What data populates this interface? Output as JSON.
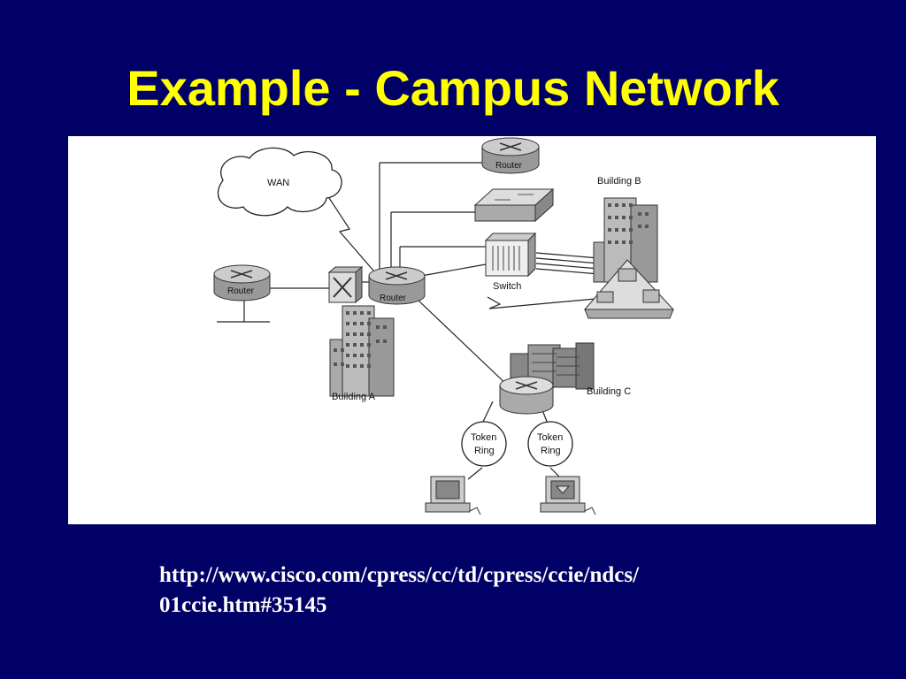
{
  "slide": {
    "title": "Example - Campus Network",
    "background_color": "#000066",
    "title_color": "#ffff00"
  },
  "diagram": {
    "labels": {
      "wan": "WAN",
      "router_top": "Router",
      "router_left": "Router",
      "router_center": "Router",
      "switch": "Switch",
      "building_a": "Building A",
      "building_b": "Building B",
      "building_c": "Building C",
      "token_ring_1_line1": "Token",
      "token_ring_1_line2": "Ring",
      "token_ring_2_line1": "Token",
      "token_ring_2_line2": "Ring"
    },
    "icons": [
      "cloud-icon",
      "router-icon",
      "lan-switch-icon",
      "atm-switch-icon",
      "building-icon",
      "token-ring-icon",
      "workstation-icon",
      "hub-icon"
    ]
  },
  "source": {
    "url_line1": "http://www.cisco.com/cpress/cc/td/cpress/ccie/ndcs/",
    "url_line2": "01ccie.htm#35145"
  }
}
